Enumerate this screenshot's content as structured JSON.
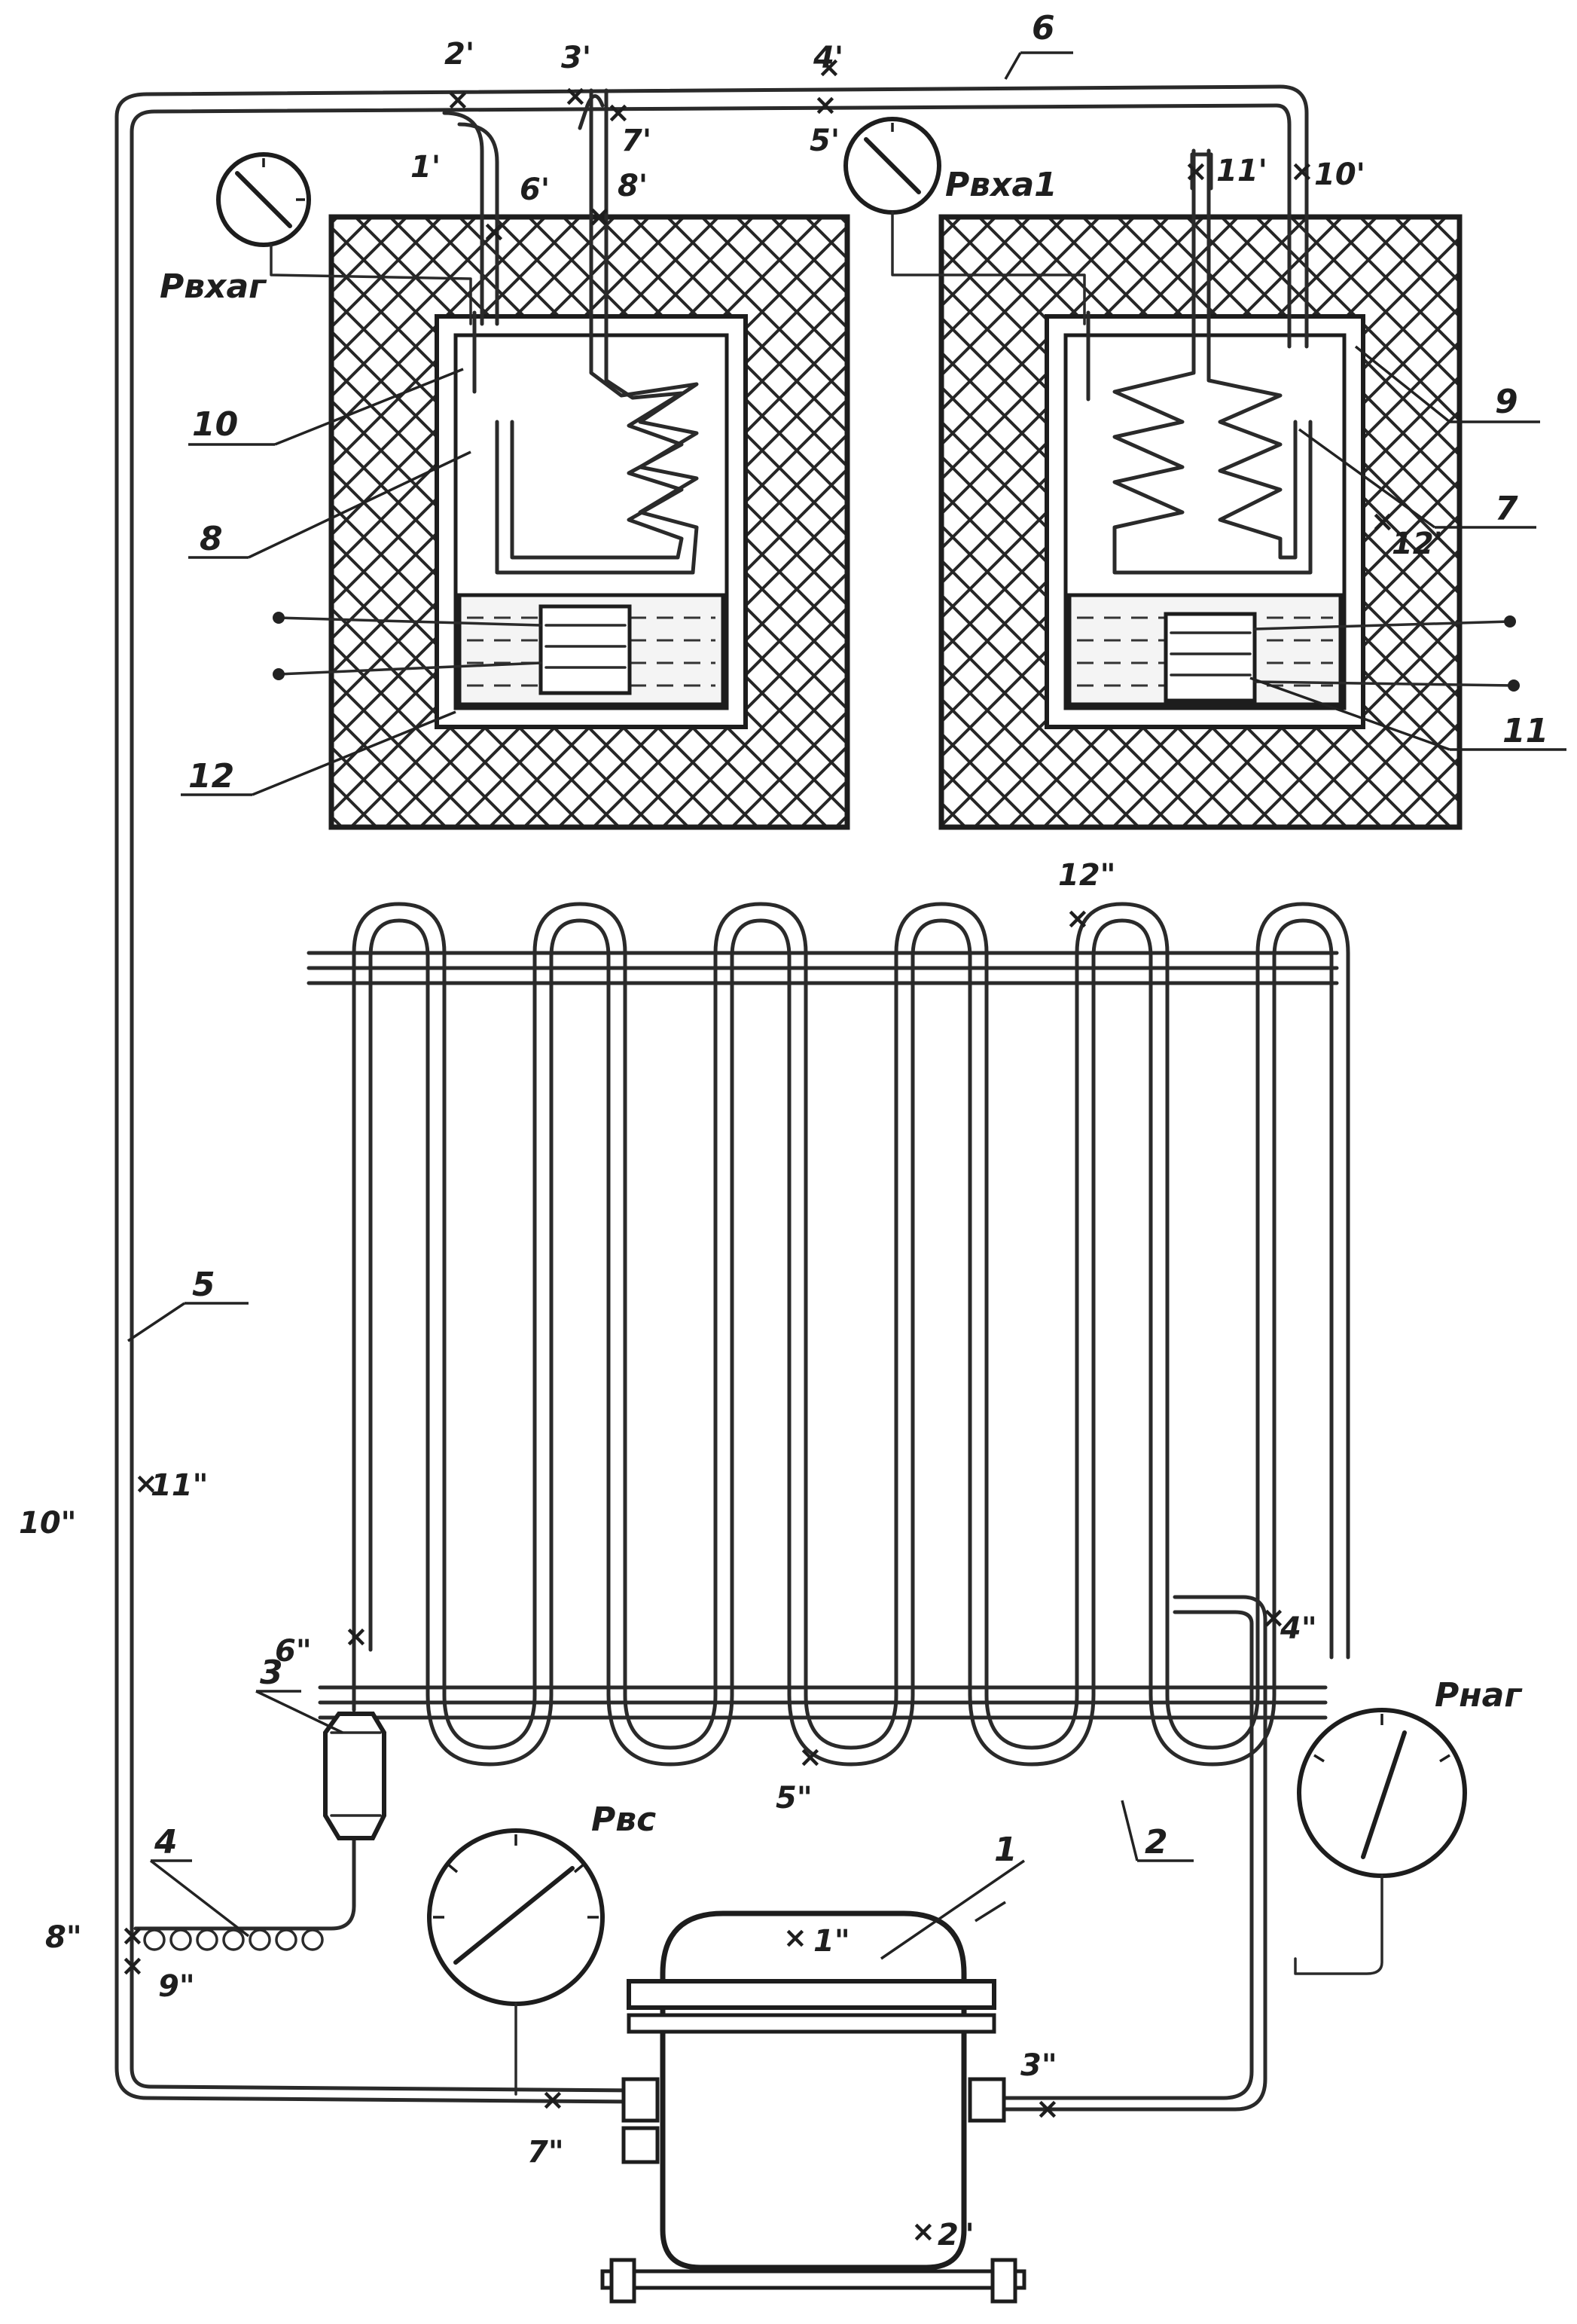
{
  "labels": {
    "n1": "1",
    "n2": "2",
    "n3": "3",
    "n4": "4",
    "n5": "5",
    "n6": "6",
    "n7": "7",
    "n8": "8",
    "n9": "9",
    "n10": "10",
    "n11": "11",
    "n12": "12"
  },
  "gauges": {
    "p_vkha_g": "Рвхаг",
    "p_vkha_1": "Рвха1",
    "p_vs": "Рвс",
    "p_nag": "Рнаг"
  },
  "points_prime": {
    "p1": "1'",
    "p2": "2'",
    "p3": "3'",
    "p4": "4'",
    "p5": "5'",
    "p6": "6'",
    "p7": "7'",
    "p8": "8'",
    "p10": "10'",
    "p11": "11'",
    "p12": "12'"
  },
  "points_double": {
    "p1": "1\"",
    "p2": "2\"",
    "p3": "3\"",
    "p4": "4\"",
    "p5": "5\"",
    "p6": "6\"",
    "p7": "7\"",
    "p8": "8\"",
    "p9": "9\"",
    "p10": "10\"",
    "p11": "11\"",
    "p12": "12\""
  }
}
